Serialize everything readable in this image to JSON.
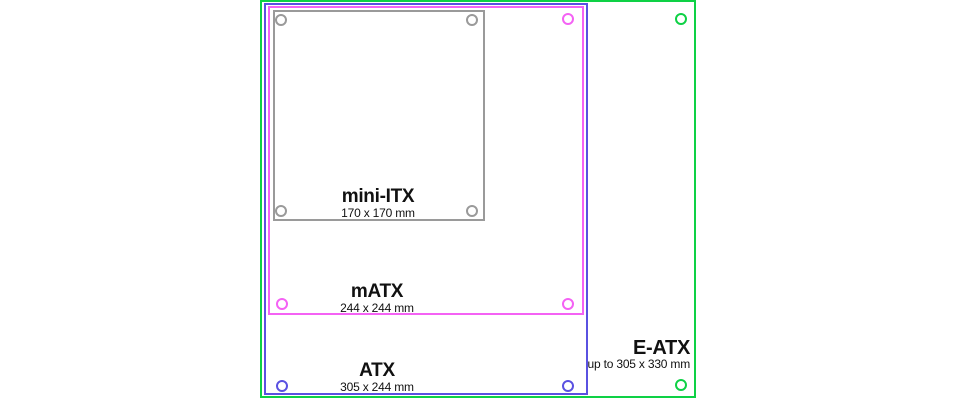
{
  "background_color": "#ffffff",
  "text_color": "#111111",
  "form_factors": [
    {
      "id": "e-atx",
      "label": "E-ATX",
      "dimensions": "up to 305 x 330 mm",
      "color": "#0ed145"
    },
    {
      "id": "atx",
      "label": "ATX",
      "dimensions": "305 x 244 mm",
      "color": "#5a51e1"
    },
    {
      "id": "matx",
      "label": "mATX",
      "dimensions": "244 x 244 mm",
      "color": "#f462f4"
    },
    {
      "id": "mini-itx",
      "label": "mini-ITX",
      "dimensions": "170 x 170 mm",
      "color": "#9a9a9a"
    }
  ]
}
